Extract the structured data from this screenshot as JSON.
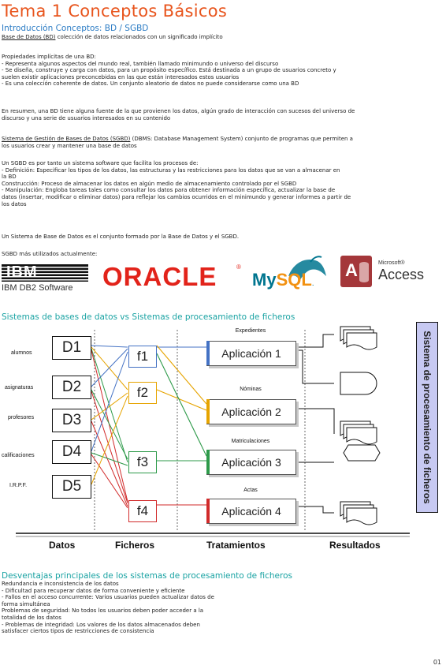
{
  "title": "Tema 1 Conceptos Básicos",
  "intro": {
    "heading": "Introducción Conceptos: BD / SGBD",
    "bd_term": "Base de Datos (BD)",
    "bd_def": " colección de datos relacionados con un significado implícito"
  },
  "props": {
    "heading": "Propiedades implícitas de una BD:",
    "items": [
      "  - Representa algunos aspectos del mundo real, también llamado minimundo o universo del discurso",
      "  - Se diseña, construye y carga con datos, para un propósito específico. Está destinada a un grupo de usuarios concreto y",
      "suelen existir aplicaciones preconcebidas en las que están interesados estos usuarios",
      "  - Es una colección coherente de datos. Un conjunto aleatorio de datos no puede considerarse como una BD"
    ]
  },
  "summary": [
    "En resumen, una BD tiene alguna fuente de la que provienen los datos, algún grado de interacción con sucesos del universo de",
    "discurso y una serie de usuarios interesados en su contenido"
  ],
  "sgbd": {
    "term": "Sistema de Gestión de Bases de Datos (SGBD)",
    "line1_rest": " (DBMS: Database Management System) conjunto de programas que permiten a",
    "line2": "los usuarios crear y mantener una base de datos"
  },
  "process": [
    "Un SGBD es por tanto un sistema software que facilita los procesos de:",
    "  - Definición: Especificar los tipos de los datos, las estructuras y las restricciones para los datos que se van a almacenar en",
    "  la BD",
    "    Construcción: Proceso de almacenar los datos en algún medio de almacenamiento controlado por el SGBD",
    "  - Manipulación: Engloba tareas tales como consultar los datos para obtener información específica, actualizar la base de",
    "datos (insertar, modificar o eliminar datos) para reflejar los cambios ocurridos en el minimundo y generar informes a partir de",
    "los datos"
  ],
  "system_sentence": "Un Sistema de Base de Datos es el conjunto formado por la Base de Datos y el SGBD.",
  "logos": {
    "heading": "SGBD más utilizados actualmente:",
    "ibm_mark": "IBM",
    "ibm_caption": "IBM DB2 Software",
    "oracle": "ORACLE",
    "mysql_my": "My",
    "mysql_sql": "SQL",
    "access_small": "Microsoft®",
    "access_big": "Access",
    "access_letter": "A"
  },
  "diagram": {
    "heading": "Sistemas de bases de datos vs Sistemas de procesamiento de ficheros",
    "datos": [
      {
        "label": "alumnos",
        "code": "D1"
      },
      {
        "label": "asignaturas",
        "code": "D2"
      },
      {
        "label": "profesores",
        "code": "D3"
      },
      {
        "label": "calificaciones",
        "code": "D4"
      },
      {
        "label": "I.R.P.F.",
        "code": "D5"
      }
    ],
    "ficheros": [
      "f1",
      "f2",
      "f3",
      "f4"
    ],
    "apps": [
      {
        "top_label": "Expedientes",
        "name": "Aplicación 1",
        "color": "#4472c4"
      },
      {
        "top_label": "Nóminas",
        "name": "Aplicación 2",
        "color": "#e6a400"
      },
      {
        "top_label": "Matriculaciones",
        "name": "Aplicación 3",
        "color": "#2e9a4a"
      },
      {
        "top_label": "Actas",
        "name": "Aplicación 4",
        "color": "#d12a2a"
      }
    ],
    "side_label": "Sistema de procesamiento de ficheros",
    "footer": [
      "Datos",
      "Ficheros",
      "Tratamientos",
      "Resultados"
    ]
  },
  "disadv": {
    "heading": "Desventajas principales de los sistemas de procesamiento de ficheros",
    "items": [
      "    Redundancia e inconsistencia de los datos",
      "  - Dificultad para recuperar datos de forma conveniente y eficiente",
      "  - Fallos en el acceso concurrente: Varios usuarios pueden actualizar datos de",
      "forma simultánea",
      "    Problemas de seguridad: No todos los usuarios deben poder acceder a la",
      "totalidad de los datos",
      "  - Problemas de integridad: Los valores de los datos almacenados deben",
      "satisfacer ciertos tipos de restricciones de consistencia"
    ]
  },
  "page_number": "01"
}
